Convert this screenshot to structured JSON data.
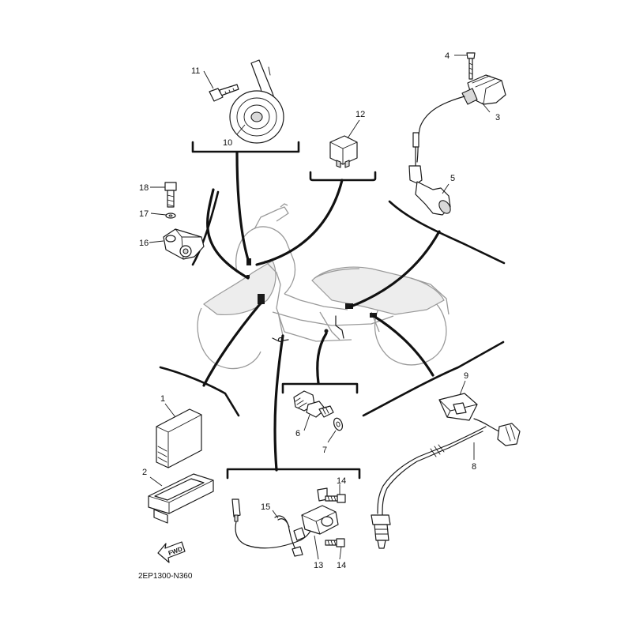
{
  "diagram_code": "2EP1300-N360",
  "fwd_label": "FWD",
  "callouts": {
    "p1": "1",
    "p2": "2",
    "p3": "3",
    "p4": "4",
    "p5": "5",
    "p6": "6",
    "p7": "7",
    "p8": "8",
    "p9": "9",
    "p10": "10",
    "p11": "11",
    "p12": "12",
    "p13": "13",
    "p14a": "14",
    "p14b": "14",
    "p15": "15",
    "p16": "16",
    "p17": "17",
    "p18": "18"
  }
}
